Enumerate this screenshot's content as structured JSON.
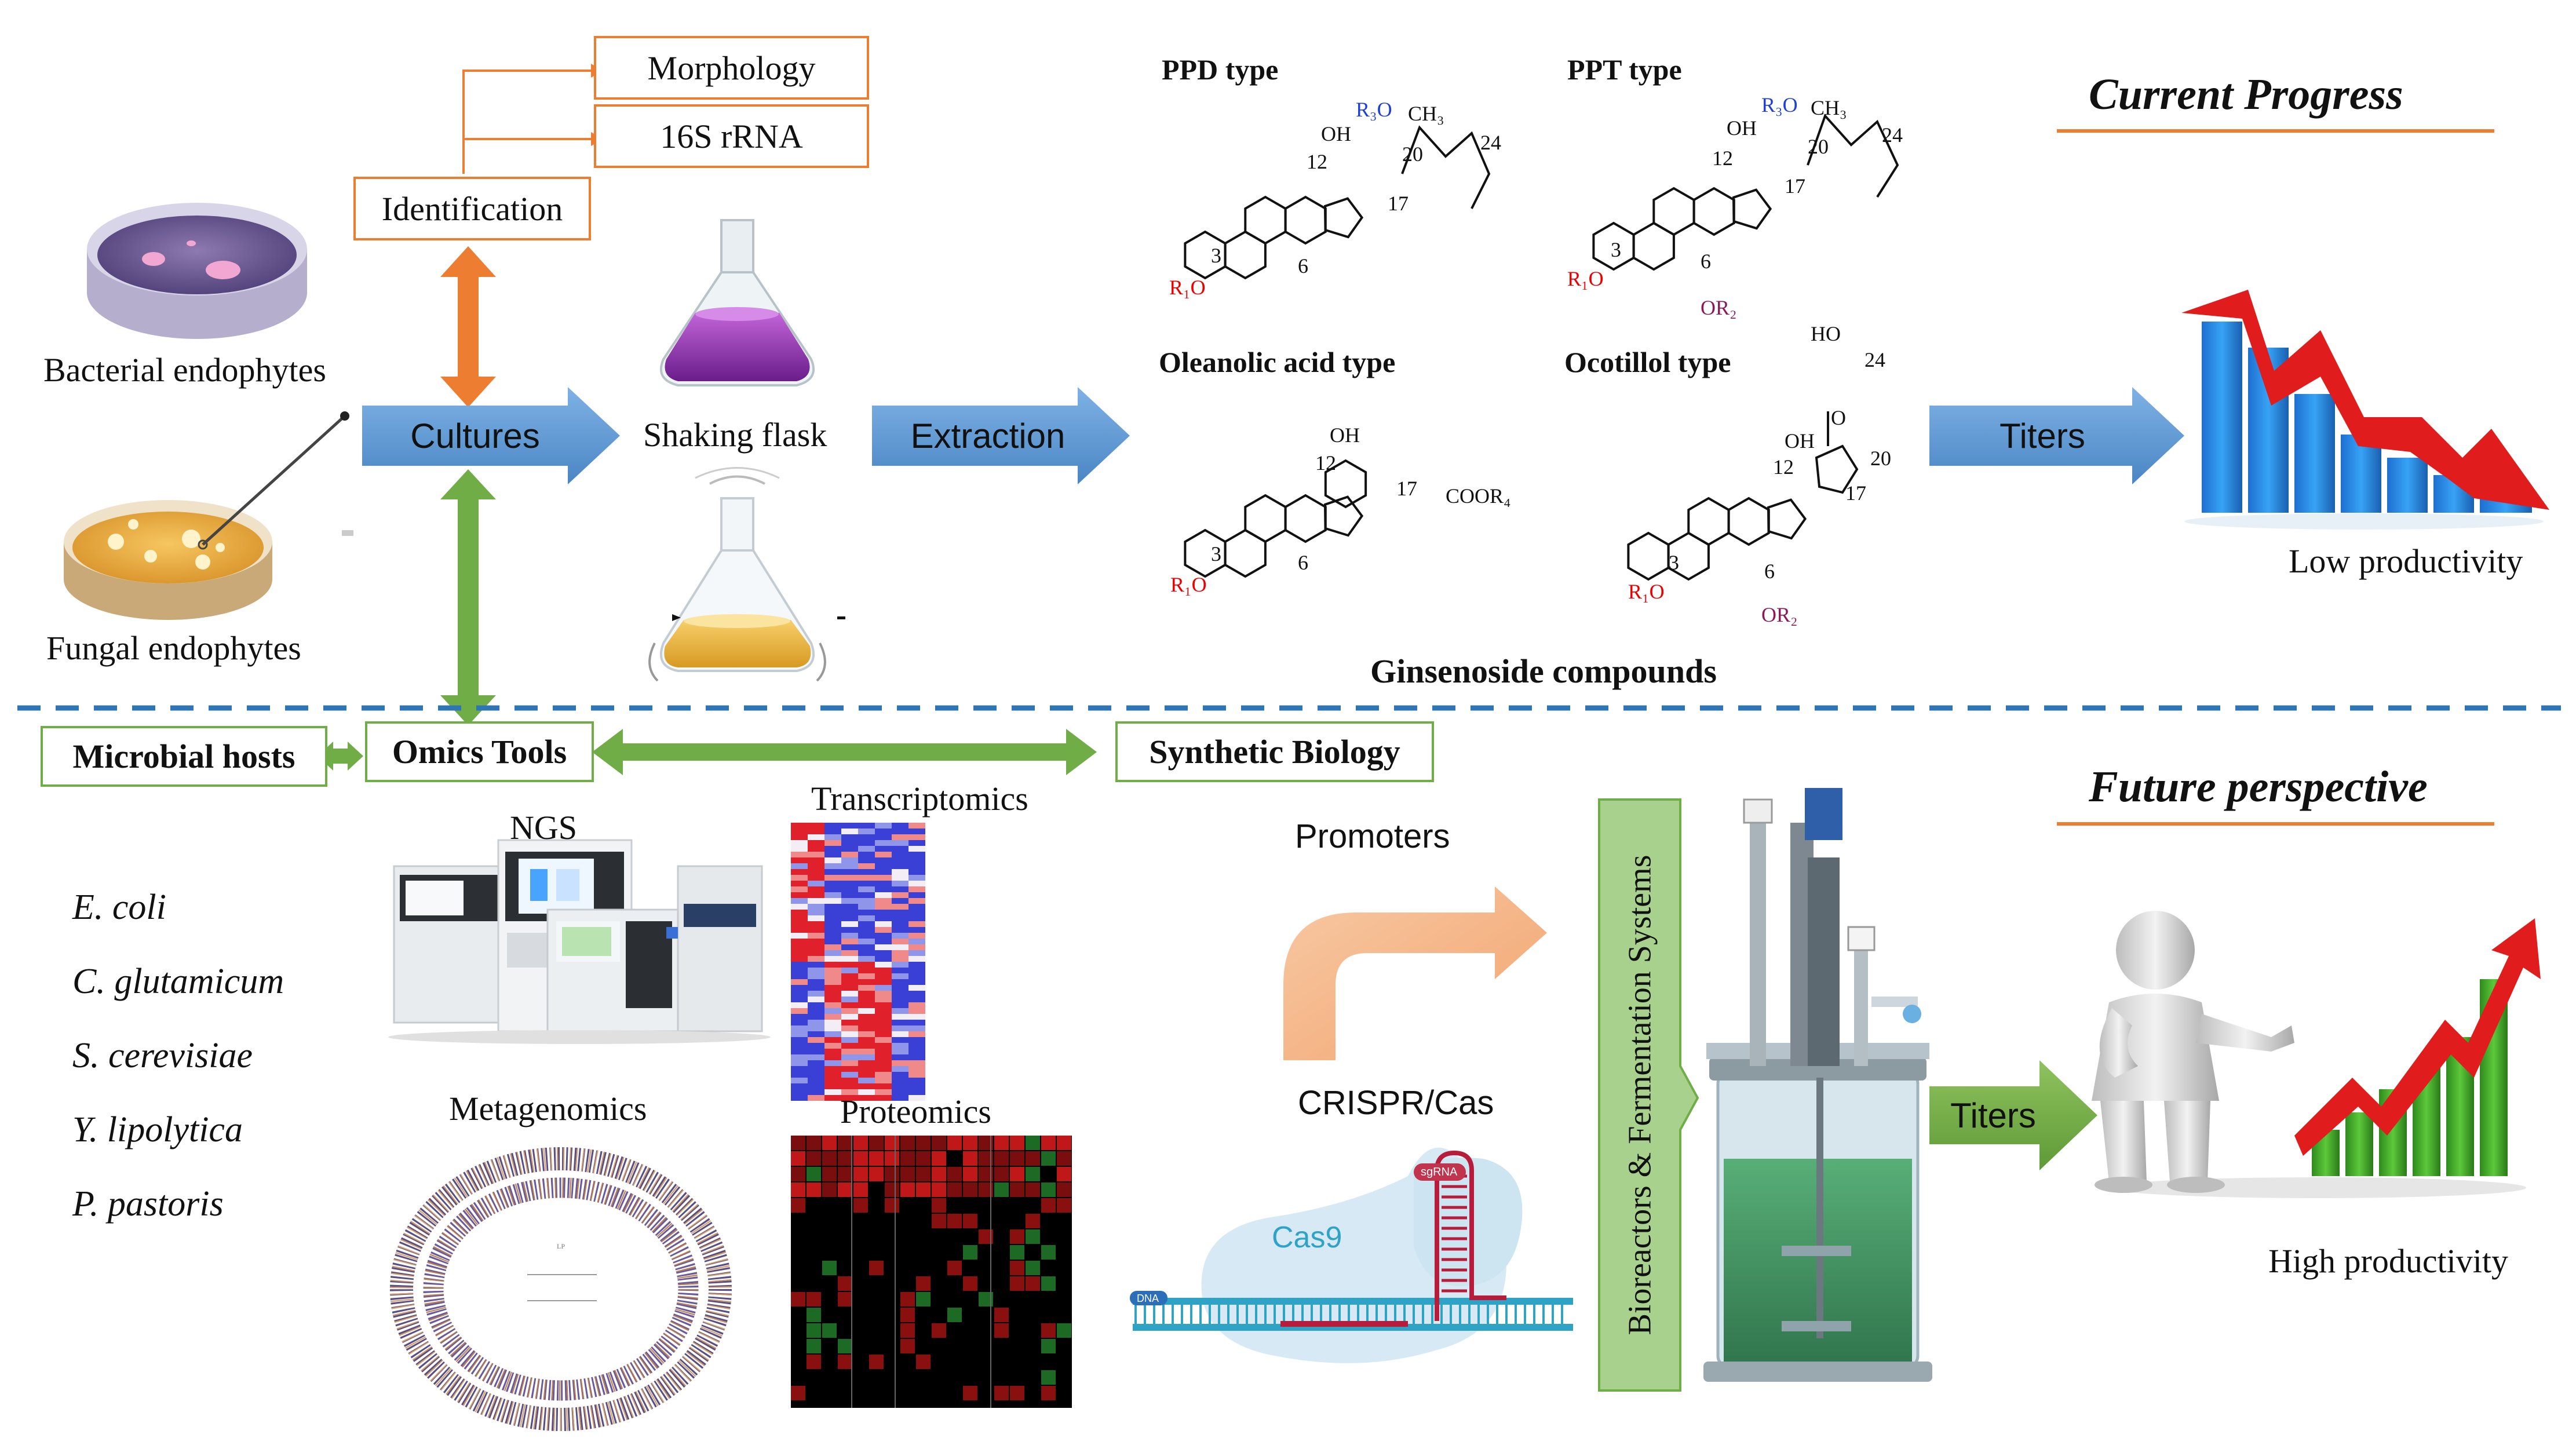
{
  "upper": {
    "identification": "Identification",
    "morphology": "Morphology",
    "rrna_16s": "16S rRNA",
    "bacterial": "Bacterial endophytes",
    "fungal": "Fungal endophytes",
    "cultures": "Cultures",
    "shaking_flask": "Shaking flask",
    "extraction": "Extraction",
    "titers": "Titers",
    "current_progress": "Current Progress",
    "low_productivity": "Low productivity",
    "ginsenoside_compounds": "Ginsenoside compounds"
  },
  "chem": {
    "ppd": "PPD type",
    "ppt": "PPT type",
    "oleanolic": "Oleanolic acid type",
    "ocotillol": "Ocotillol type",
    "oh": "OH",
    "ho": "HO",
    "r1o": "R₁O",
    "r3o": "R₃O",
    "ch3": "CH₃",
    "or2": "OR₂",
    "cooh_r4": "COOR₄",
    "n3": "3",
    "n6": "6",
    "n12": "12",
    "n17": "17",
    "n20": "20",
    "n24": "24",
    "o": "O"
  },
  "lower": {
    "microbial_hosts": "Microbial hosts",
    "omics_tools": "Omics Tools",
    "synthetic_biology": "Synthetic Biology",
    "ngs": "NGS",
    "transcriptomics": "Transcriptomics",
    "metagenomics": "Metagenomics",
    "proteomics": "Proteomics",
    "promoters": "Promoters",
    "crispr": "CRISPR/Cas",
    "cas9": "Cas9",
    "sgrna": "sgRNA",
    "dna": "DNA",
    "bioreactors": "Bioreactors & Fermentation Systems",
    "titers": "Titers",
    "future_perspective": "Future perspective",
    "high_productivity": "High productivity",
    "hosts": [
      "E. coli",
      "C. glutamicum",
      "S. cerevisiae",
      "Y. lipolytica",
      "P. pastoris"
    ]
  },
  "colors": {
    "blue_arrow": "#5b9bd5",
    "orange": "#ed7d31",
    "green": "#70ad47",
    "dashed_line": "#2e75b6"
  }
}
